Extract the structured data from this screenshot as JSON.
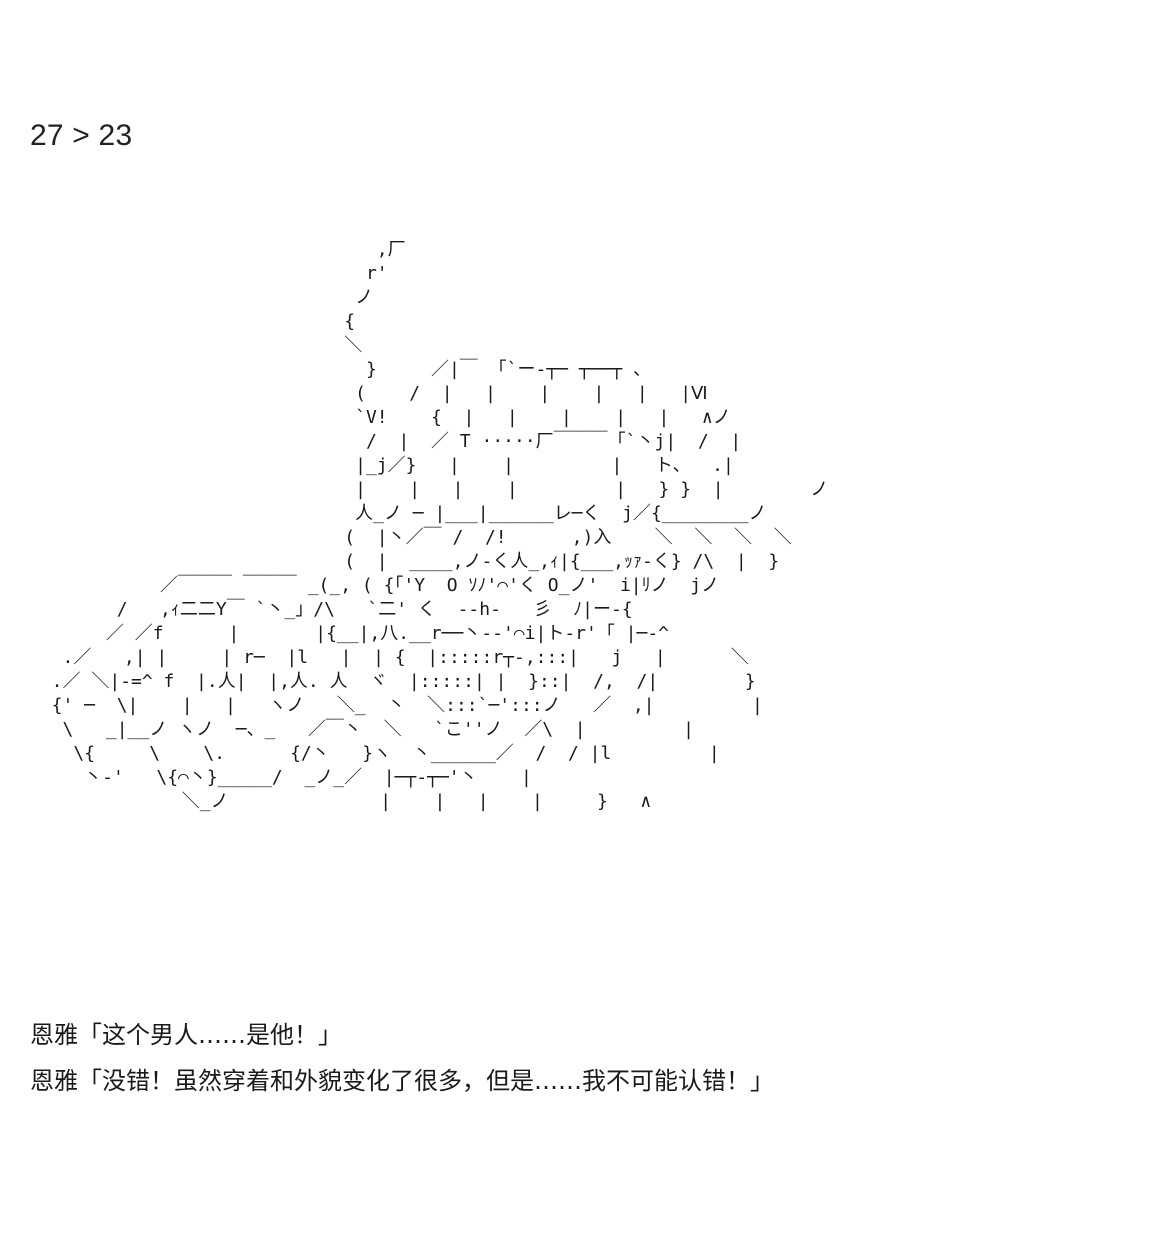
{
  "header": {
    "page_indicator": "27 > 23"
  },
  "artwork": {
    "lines": [
      "                                ,厂",
      "                               r'",
      "                              ノ",
      "                             {",
      "                             ＼",
      "                               }     ／|￣ 「`ー‐┬─ ┬──┬ 、",
      "                              (    /  |   |    |    |   |   |Ⅵ",
      "                              `V!    {  |   |    |    |   |   ∧ノ",
      "                               /  |  ／ T ·····厂￣￣￣「`丶j|  /  |",
      "                              |_j／}   |    |         |   ト、  .|",
      "                              |    |   |    |         |   } }  |        ノ",
      "                              人_ノ ─ |___|______レ─く  j／{________ノ",
      "                             (  |丶／￣ /  /!      ,)入    ＼  ＼  ＼  ＼",
      "                             (  |  ____,ノ-く人_,ｨ|{___,ｯｧ-く} /\\  |  }",
      "            ／￣￣￣ ￣￣￣ _(_, ( {「'Y  O ｿﾉ'⌒'く O_ノ'  i|ﾘノ  jノ",
      "        /   ,ｨ二二Y￣ `丶_」/\\   `二' く  --h-   彡  ﾉ|ー-{",
      "       ／ ／f      |       |{__|,八.__r──丶-‐'⌒i|ト-r'「 |─-^",
      "   .／   ,| |     | r─  |l   |  | {  |:::::r┬‐,:::|   j   |      ＼",
      "  .／ ＼|-=^ f  |.人|  |,人. 人  ヾ  |:::::| |  }::|  /,  /|        }",
      "  {' ─  \\|    |   |   ヽノ   ＼_  丶  ＼:::`─':::ノ   ／  ,|         |",
      "   \\   _|__ノ ヽノ  ─、_   ／￣丶  ＼   `こ''ノ  ／\\  |         |",
      "    \\{     \\    \\.      {/丶   }ヽ  丶______／  /  / |l         |",
      "     丶-'   \\{⌒丶}_____/  _ノ_／  |─┬-┬─'丶    |",
      "              ＼_ノ              |    |   |    |     }   ∧"
    ]
  },
  "dialogue": [
    "恩雅「这个男人……是他！」",
    "恩雅「没错！虽然穿着和外貌变化了很多，但是……我不可能认错！」"
  ]
}
